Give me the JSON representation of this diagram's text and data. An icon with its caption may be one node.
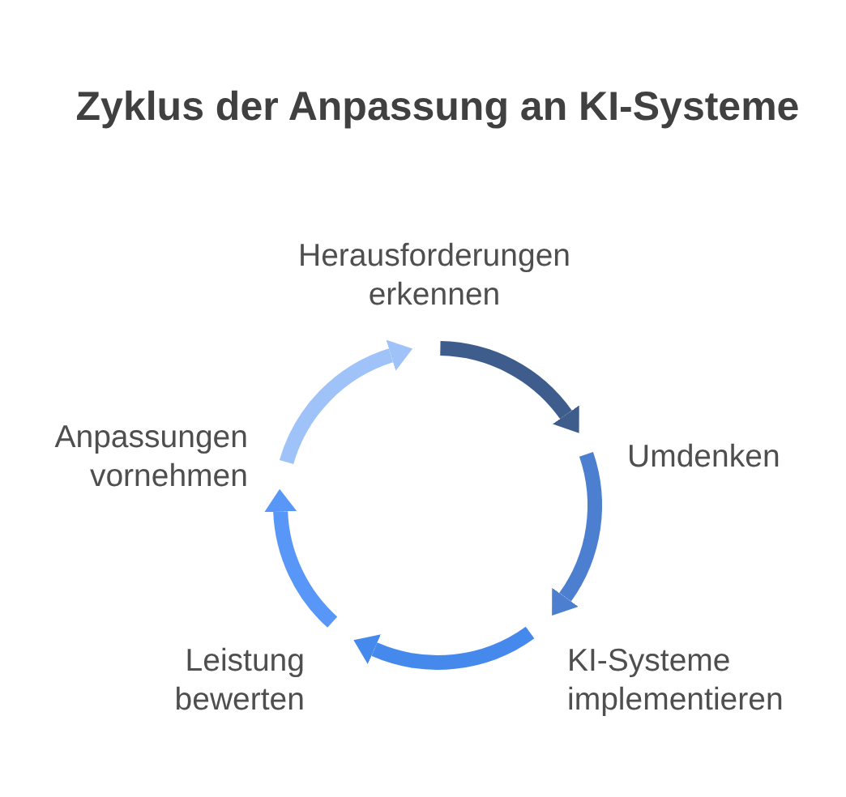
{
  "diagram": {
    "title": "Zyklus der Anpassung an KI-Systeme",
    "nodes": [
      {
        "text": [
          "Herausforderungen erkennen"
        ]
      },
      {
        "text": [
          "Umdenken"
        ]
      },
      {
        "text": [
          "KI-Systeme implementieren"
        ]
      },
      {
        "text": [
          "Leistung bewerten"
        ]
      },
      {
        "text": [
          "Anpassungen vornehmen"
        ]
      }
    ],
    "edges": [
      {
        "from": 0,
        "to": 1,
        "arrow": "to",
        "color": "#3e5d8c"
      },
      {
        "from": 1,
        "to": 2,
        "arrow": "to",
        "color": "#4d7fd0"
      },
      {
        "from": 2,
        "to": 3,
        "arrow": "to",
        "color": "#4689ec"
      },
      {
        "from": 3,
        "to": 4,
        "arrow": "to",
        "color": "#5897f7"
      },
      {
        "from": 4,
        "to": 0,
        "arrow": "to",
        "color": "#9fc3f8"
      }
    ]
  }
}
